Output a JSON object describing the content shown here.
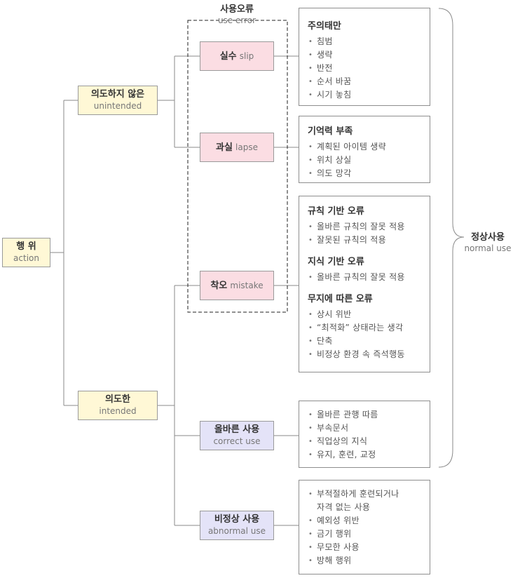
{
  "use_error": {
    "ko": "사용오류",
    "en": "use error"
  },
  "normal_use": {
    "ko": "정상사용",
    "en": "normal use"
  },
  "action": {
    "ko": "행 위",
    "en": "action"
  },
  "unintended": {
    "ko": "의도하지 않은",
    "en": "unintended"
  },
  "intended": {
    "ko": "의도한",
    "en": "intended"
  },
  "slip": {
    "ko": "실수",
    "en": "slip"
  },
  "lapse": {
    "ko": "과실",
    "en": "lapse"
  },
  "mistake": {
    "ko": "착오",
    "en": "mistake"
  },
  "correct_use": {
    "ko": "올바른 사용",
    "en": "correct use"
  },
  "abnormal_use": {
    "ko": "비정상 사용",
    "en": "abnormal use"
  },
  "box_slip": {
    "title": "주의태만",
    "items": [
      "침범",
      "생략",
      "반전",
      "순서 바꿈",
      "시기 놓침"
    ]
  },
  "box_lapse": {
    "title": "기억력 부족",
    "items": [
      "계획된 아이템 생략",
      "위치 상실",
      "의도 망각"
    ]
  },
  "box_mistake": {
    "sections": [
      {
        "title": "규칙 기반 오류",
        "items": [
          "올바른 규칙의 잘못 적용",
          "잘못된 규칙의 적용"
        ]
      },
      {
        "title": "지식 기반 오류",
        "items": [
          "올바른 규칙의 잘못 적용"
        ]
      },
      {
        "title": "무지에 따른 오류",
        "items": [
          "상시 위반",
          "“최적화” 상태라는 생각",
          "단축",
          "비정상 환경 속 즉석행동"
        ]
      }
    ]
  },
  "box_correct": {
    "items": [
      "올바른 관행 따름",
      "부속문서",
      "직업상의 지식",
      "유지, 훈련, 교정"
    ]
  },
  "box_abnormal": {
    "items": [
      "부적절하게 훈련되거나\n자격 없는 사용",
      "예외성 위반",
      "금기 행위",
      "무모한 사용",
      "방해 행위"
    ]
  }
}
